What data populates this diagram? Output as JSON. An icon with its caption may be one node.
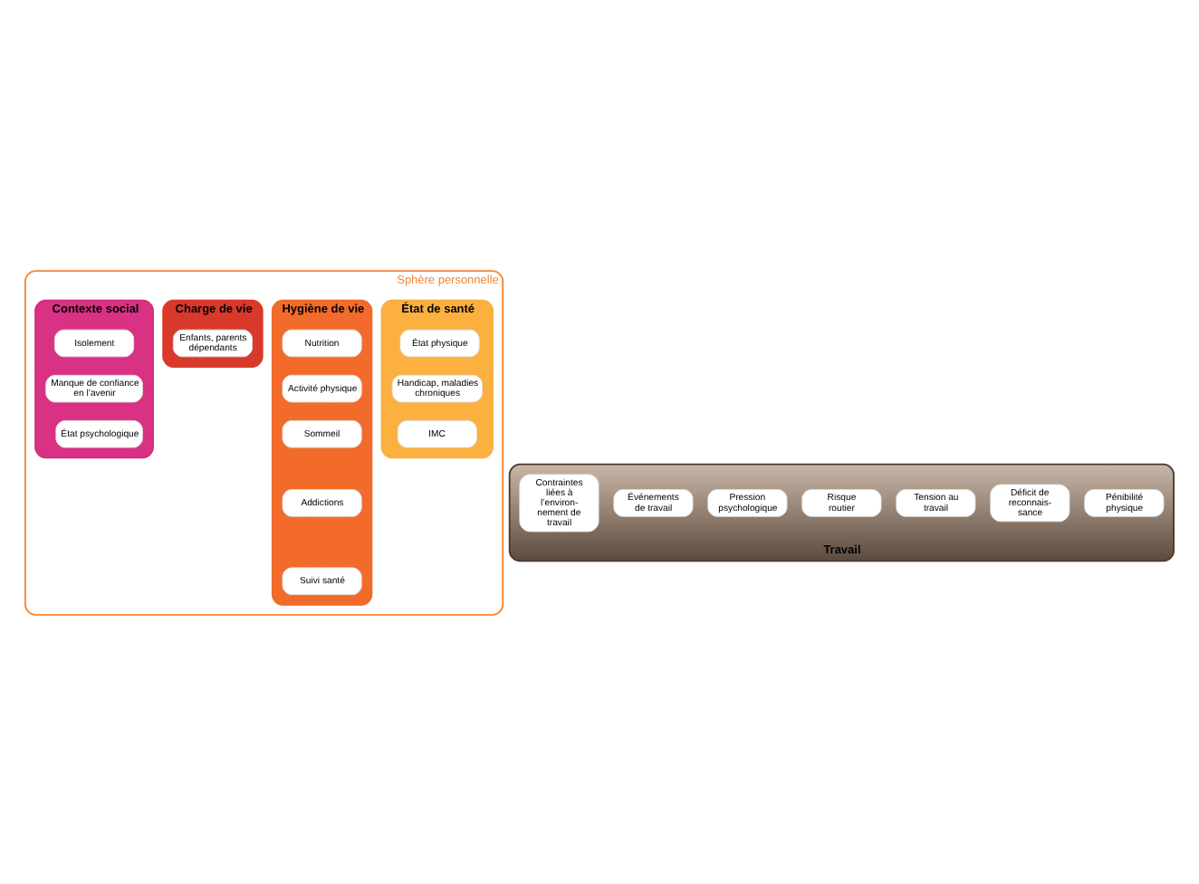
{
  "diagram": {
    "nodes": [
      {
        "text": [
          "Sphère personnelle"
        ]
      },
      {
        "text": [
          "État de santé"
        ],
        "in": 0
      },
      {
        "text": [
          "État physique"
        ],
        "in": 1
      },
      {
        "text": [
          "Handicap, maladies chroniques"
        ],
        "in": 1
      },
      {
        "text": [
          "IMC"
        ],
        "in": 1
      },
      {
        "text": [
          "Hygiène de vie"
        ],
        "in": 0
      },
      {
        "text": [
          "Nutrition"
        ],
        "in": 5
      },
      {
        "text": [
          "Activité physique"
        ],
        "in": 5
      },
      {
        "text": [
          "Sommeil"
        ],
        "in": 5
      },
      {
        "text": [
          "Addictions"
        ],
        "in": 5
      },
      {
        "text": [
          "Suivi santé"
        ],
        "in": 5
      },
      {
        "text": [
          "Charge de vie"
        ],
        "in": 0
      },
      {
        "text": [
          "Enfants, parents dépendants"
        ],
        "in": 11
      },
      {
        "text": [
          "Contexte social"
        ],
        "in": 0
      },
      {
        "text": [
          "Isolement"
        ],
        "in": 13
      },
      {
        "text": [
          "Manque de confiance en l’avenir"
        ],
        "in": 13
      },
      {
        "text": [
          "État psychologique"
        ],
        "in": 13
      },
      {
        "text": [
          "Travail"
        ]
      },
      {
        "text": [
          "Tension au travail"
        ],
        "in": 17
      },
      {
        "text": [
          "Déficit de reconnais- sance"
        ],
        "in": 17
      },
      {
        "text": [
          "Pénibilité physique"
        ],
        "in": 17
      },
      {
        "text": [
          "Contraintes liées à l’environ- nement de travail"
        ],
        "in": 17
      },
      {
        "text": [
          "Événements de travail"
        ],
        "in": 17
      },
      {
        "text": [
          "Pression psychologique"
        ],
        "in": 17
      },
      {
        "text": [
          "Risque routier"
        ],
        "in": 17
      }
    ]
  }
}
